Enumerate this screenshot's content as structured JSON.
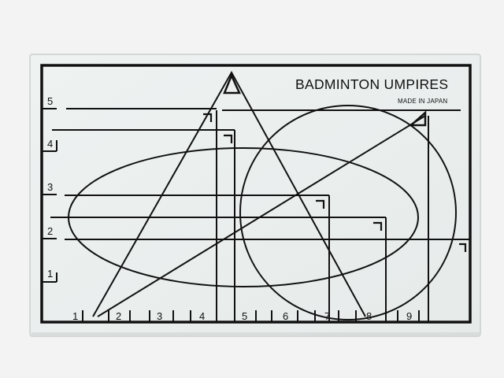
{
  "card": {
    "title": "BADMINTON UMPIRES",
    "subtitle": "MADE IN JAPAN"
  },
  "colors": {
    "background": "#f2f3f2",
    "acrylic": "#e9eeec",
    "ink": "#111111"
  },
  "scale": {
    "vertical_labels": [
      "1",
      "2",
      "3",
      "4",
      "5"
    ],
    "horizontal_labels": [
      "1",
      "2",
      "3",
      "4",
      "5",
      "6",
      "7",
      "8",
      "9"
    ]
  }
}
